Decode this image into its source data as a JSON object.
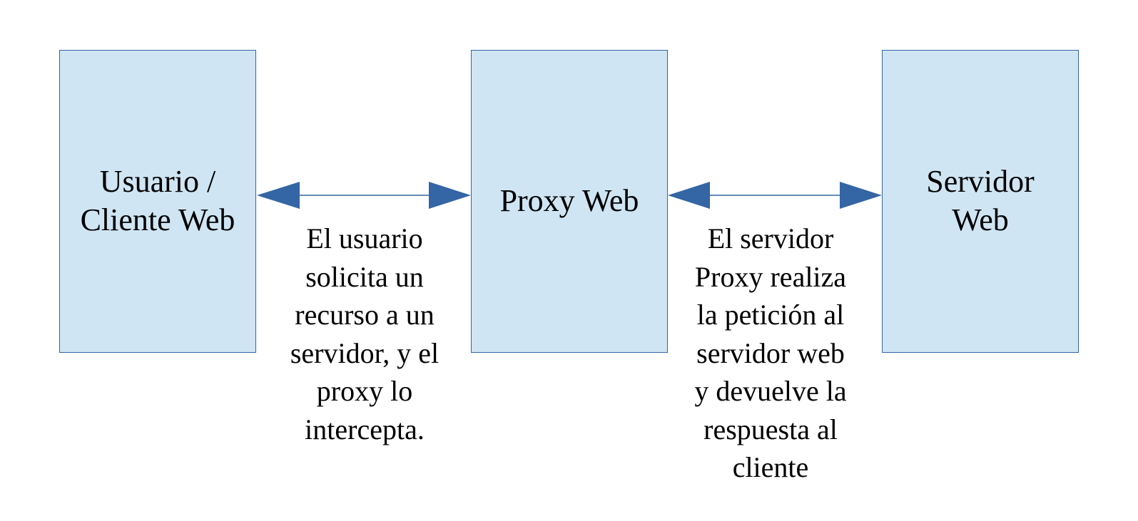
{
  "nodes": {
    "client": {
      "label": "Usuario /\nCliente Web"
    },
    "proxy": {
      "label": "Proxy Web"
    },
    "server": {
      "label": "Servidor\nWeb"
    }
  },
  "edges": {
    "client_proxy": {
      "caption": "El usuario\nsolicita un\nrecurso a un\nservidor, y el\nproxy lo\nintercepta."
    },
    "proxy_server": {
      "caption": "El servidor\nProxy realiza\nla petición al\nservidor web\ny devuelve la\nrespuesta al\ncliente"
    }
  },
  "colors": {
    "box_fill": "#cfe5f3",
    "box_border": "#3465a4",
    "arrow": "#3465a4"
  }
}
